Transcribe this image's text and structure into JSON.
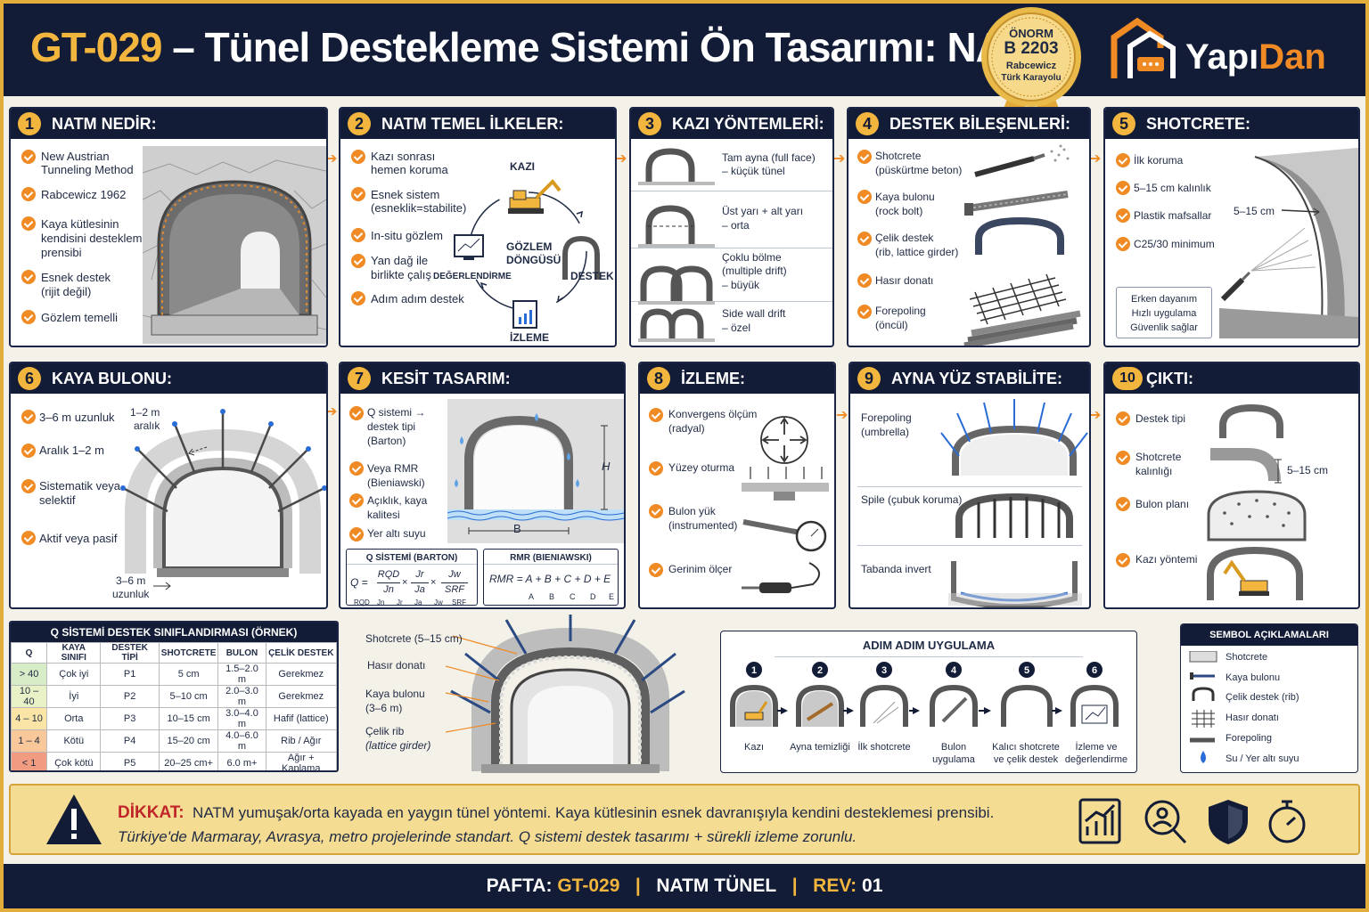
{
  "header": {
    "code": "GT-029",
    "title_rest": " – Tünel Destekleme Sistemi Ön Tasarımı: NATM"
  },
  "seal": {
    "l1": "ÖNORM",
    "l2": "B 2203",
    "l3": "Rabcewicz",
    "l4": "Türk Karayolu"
  },
  "logo": {
    "yapi": "Yapı",
    "dan": "Dan"
  },
  "p1": {
    "num": "1",
    "title": "NATM NEDİR:",
    "items": [
      "New Austrian",
      "Tunneling Method",
      "Rabcewicz 1962",
      "Kaya kütlesinin",
      "kendisini destekleme",
      "prensibi",
      "Esnek destek",
      "(rijit değil)",
      "Gözlem temelli"
    ]
  },
  "p2": {
    "num": "2",
    "title": "NATM TEMEL İLKELER:",
    "items": [
      "Kazı sonrası",
      "hemen koruma",
      "Esnek sistem",
      "(esneklik=stabilite)",
      "In-situ gözlem",
      "Yan dağ ile",
      "birlikte çalış",
      "Adım adım destek"
    ],
    "cycle": {
      "kazi": "KAZI",
      "destek": "DESTEK",
      "izleme": "İZLEME",
      "deg": "DEĞERLENDİRME",
      "center1": "GÖZLEM",
      "center2": "DÖNGÜSÜ"
    }
  },
  "p3": {
    "num": "3",
    "title": "KAZI YÖNTEMLERİ:",
    "items": [
      "Tam ayna (full face)",
      "– küçük tünel",
      "Üst yarı + alt yarı",
      "– orta",
      "Çoklu bölme",
      "(multiple drift)",
      "– büyük",
      "Side wall drift",
      "– özel"
    ]
  },
  "p4": {
    "num": "4",
    "title": "DESTEK BİLEŞENLERİ:",
    "items": [
      "Shotcrete",
      "(püskürtme beton)",
      "Kaya bulonu",
      "(rock bolt)",
      "Çelik destek",
      "(rib, lattice girder)",
      "Hasır donatı",
      "Forepoling",
      "(öncül)"
    ]
  },
  "p5": {
    "num": "5",
    "title": "SHOTCRETE:",
    "items": [
      "İlk koruma",
      "5–15 cm kalınlık",
      "Plastik mafsallar",
      "C25/30 minimum"
    ],
    "dim": "5–15 cm",
    "box": [
      "Erken dayanım",
      "Hızlı uygulama",
      "Güvenlik sağlar"
    ]
  },
  "p6": {
    "num": "6",
    "title": "KAYA BULONU:",
    "items": [
      "3–6 m uzunluk",
      "Aralık 1–2 m",
      "Sistematik veya",
      "selektif",
      "Aktif veya pasif"
    ],
    "spacing1": "1–2 m",
    "spacing2": "aralık",
    "len1": "3–6 m",
    "len2": "uzunluk"
  },
  "p7": {
    "num": "7",
    "title": "KESİT TASARIM:",
    "items": [
      "Q sistemi →",
      "destek tipi",
      "(Barton)",
      "Veya RMR",
      "(Bieniawski)",
      "Açıklık, kaya",
      "kalitesi",
      "Yer altı suyu"
    ],
    "H": "H",
    "B": "B",
    "qbox": {
      "title": "Q SİSTEMİ (BARTON)",
      "q": "Q =",
      "rqd": "RQD",
      "jn": "Jn",
      "jr": "Jr",
      "ja": "Ja",
      "jw": "Jw",
      "srf": "SRF",
      "x": "×",
      "sub": [
        "RQD",
        "Jn",
        "Jr",
        "Ja",
        "Jw",
        "SRF"
      ]
    },
    "rbox": {
      "title": "RMR (BIENIAWSKI)",
      "eq": "RMR = A + B + C + D + E",
      "sub": [
        "A",
        "B",
        "C",
        "D",
        "E"
      ]
    }
  },
  "p8": {
    "num": "8",
    "title": "İZLEME:",
    "items": [
      "Konvergens ölçüm",
      "(radyal)",
      "Yüzey oturma",
      "Bulon yük",
      "(instrumented)",
      "Gerinim ölçer"
    ]
  },
  "p9": {
    "num": "9",
    "title": "AYNA YÜZ STABİLİTE:",
    "items": [
      "Forepoling",
      "(umbrella)",
      "Spile (çubuk koruma)",
      "Tabanda invert"
    ]
  },
  "p10": {
    "num": "10",
    "title": "ÇIKTI:",
    "items": [
      "Destek tipi",
      "Shotcrete",
      "kalınlığı",
      "Bulon planı",
      "Kazı yöntemi"
    ],
    "dim": "5–15 cm"
  },
  "qtable": {
    "title": "Q SİSTEMİ DESTEK SINIFLANDIRMASI (ÖRNEK)",
    "headers": [
      "Q",
      "KAYA SINIFI",
      "DESTEK TİPİ",
      "SHOTCRETE",
      "BULON",
      "ÇELİK DESTEK"
    ],
    "rows": [
      [
        "> 40",
        "Çok iyi",
        "P1",
        "5 cm",
        "1.5–2.0 m",
        "Gerekmez"
      ],
      [
        "10 – 40",
        "İyi",
        "P2",
        "5–10 cm",
        "2.0–3.0 m",
        "Gerekmez"
      ],
      [
        "4 – 10",
        "Orta",
        "P3",
        "10–15 cm",
        "3.0–4.0 m",
        "Hafif (lattice)"
      ],
      [
        "1 – 4",
        "Kötü",
        "P4",
        "15–20 cm",
        "4.0–6.0 m",
        "Rib / Ağır"
      ],
      [
        "< 1",
        "Çok kötü",
        "P5",
        "20–25 cm+",
        "6.0 m+",
        "Ağır + Kaplama"
      ]
    ]
  },
  "section": {
    "labels": [
      "Shotcrete (5–15 cm)",
      "Hasır donatı",
      "Kaya bulonu",
      "(3–6 m)",
      "Çelik rib",
      "(lattice girder)"
    ]
  },
  "steps": {
    "title": "ADIM ADIM UYGULAMA",
    "items": [
      [
        "1",
        "Kazı",
        ""
      ],
      [
        "2",
        "Ayna temizliği",
        ""
      ],
      [
        "3",
        "İlk shotcrete",
        ""
      ],
      [
        "4",
        "Bulon",
        "uygulama"
      ],
      [
        "5",
        "Kalıcı shotcrete",
        "ve çelik destek"
      ],
      [
        "6",
        "İzleme ve",
        "değerlendirme"
      ]
    ]
  },
  "legend": {
    "title": "SEMBOL AÇIKLAMALARI",
    "items": [
      "Shotcrete",
      "Kaya bulonu",
      "Çelik destek (rib)",
      "Hasır donatı",
      "Forepoling",
      "Su / Yer altı suyu"
    ]
  },
  "warning": {
    "label": "DİKKAT:",
    "line1": "NATM yumuşak/orta kayada en yaygın tünel yöntemi. Kaya kütlesinin esnek davranışıyla kendini desteklemesi prensibi.",
    "line2": "Türkiye'de Marmaray, Avrasya, metro projelerinde standart. Q sistemi destek tasarımı + sürekli izleme zorunlu."
  },
  "footer": {
    "pafta": "PAFTA:",
    "code": "GT-029",
    "sep": "|",
    "name": "NATM TÜNEL",
    "rev": "REV:",
    "rev_val": "01"
  },
  "colors": {
    "navy": "#121c36",
    "gold": "#f2b53e",
    "orange": "#f08a24"
  }
}
